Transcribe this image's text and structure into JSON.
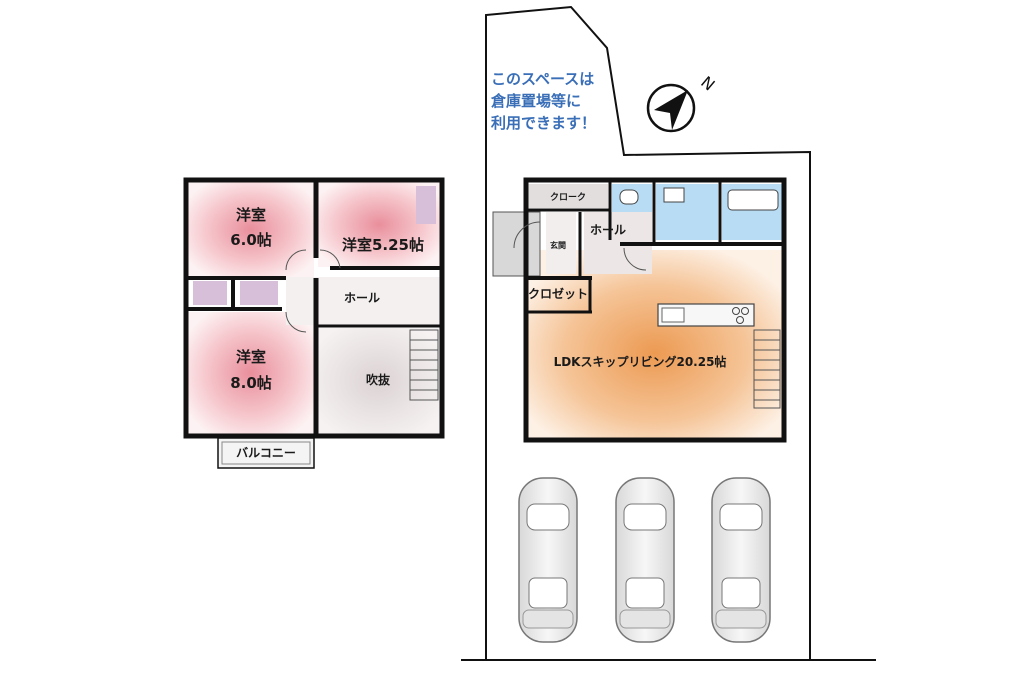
{
  "annotation": {
    "lines": [
      "このスペースは",
      "倉庫置場等に",
      "利用できます！"
    ]
  },
  "compass": {
    "letter": "N"
  },
  "second_floor": {
    "room_western_6": {
      "name": "洋室",
      "size": "6.0帖"
    },
    "room_western_525": {
      "name": "洋室5.25帖"
    },
    "room_western_8": {
      "name": "洋室",
      "size": "8.0帖"
    },
    "hall": "ホール",
    "void": "吹抜",
    "balcony": "バルコニー"
  },
  "first_floor": {
    "cloak": "クローク",
    "entrance": "玄関",
    "hall": "ホール",
    "closet": "クロゼット",
    "ldk": "LDKスキップリビング20.25帖"
  },
  "parking": {
    "car_count": 3
  },
  "colors": {
    "bedroom_pink": "#f2b8bf",
    "ldk_orange": "#f0a868",
    "storage_purple": "#d7bfd9",
    "wet_area_blue": "#b9dcf5",
    "hall_gray": "#ece6e6",
    "wall": "#111111",
    "note_blue": "#3a6fb8"
  }
}
